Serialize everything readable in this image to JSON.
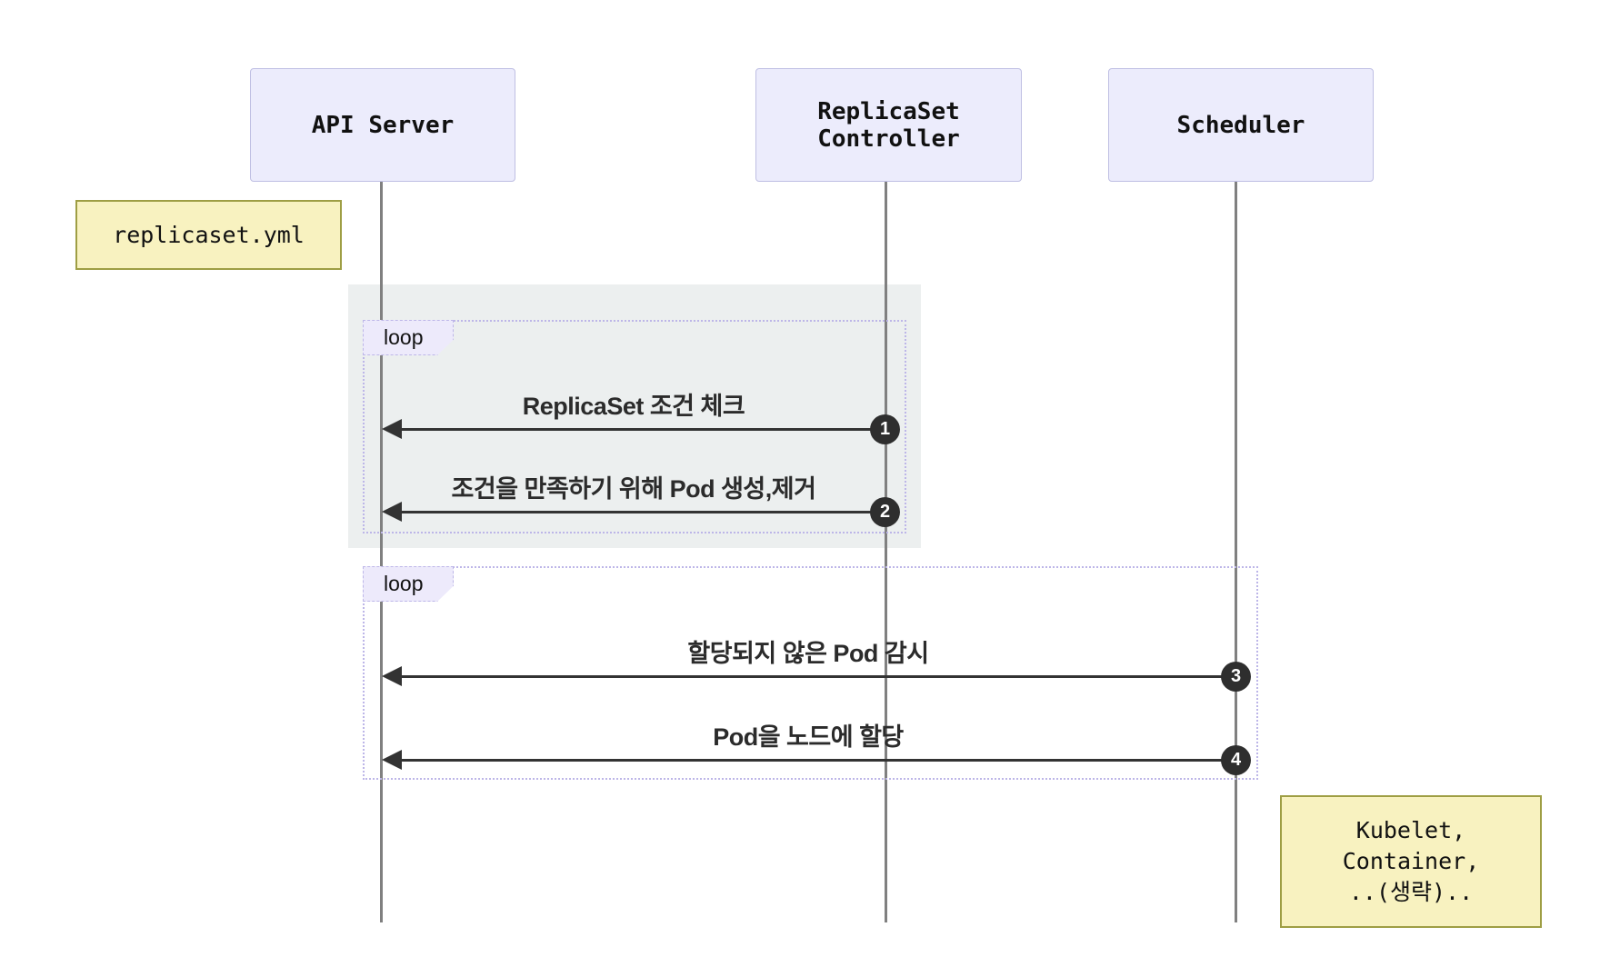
{
  "colors": {
    "actor_fill": "#ECECFC",
    "actor_border": "#BFBFE3",
    "note_fill": "#F8F2C0",
    "note_border": "#9E9E44",
    "frame_color": "#BDB6E8",
    "frame_label_fill": "#EDEAFB",
    "arrow_color": "#333333",
    "circle_fill": "#2E2E2E",
    "rect_fill": "#ECEFEF",
    "lifeline_color": "#808080"
  },
  "actors": [
    {
      "lines": [
        "API Server"
      ]
    },
    {
      "lines": [
        "ReplicaSet",
        "Controller"
      ]
    },
    {
      "lines": [
        "Scheduler"
      ]
    }
  ],
  "notes": [
    {
      "lines": [
        "replicaset.yml"
      ]
    },
    {
      "lines": [
        "Kubelet,",
        "Container,",
        "..(생략).."
      ]
    }
  ],
  "loops": [
    {
      "label": "loop"
    },
    {
      "label": "loop"
    }
  ],
  "messages": [
    {
      "step": "1",
      "text": "ReplicaSet 조건 체크",
      "from": "ReplicaSet Controller",
      "to": "API Server"
    },
    {
      "step": "2",
      "text": "조건을 만족하기 위해 Pod 생성,제거",
      "from": "ReplicaSet Controller",
      "to": "API Server"
    },
    {
      "step": "3",
      "text": "할당되지 않은 Pod 감시",
      "from": "Scheduler",
      "to": "API Server"
    },
    {
      "step": "4",
      "text": "Pod을 노드에 할당",
      "from": "Scheduler",
      "to": "API Server"
    }
  ]
}
